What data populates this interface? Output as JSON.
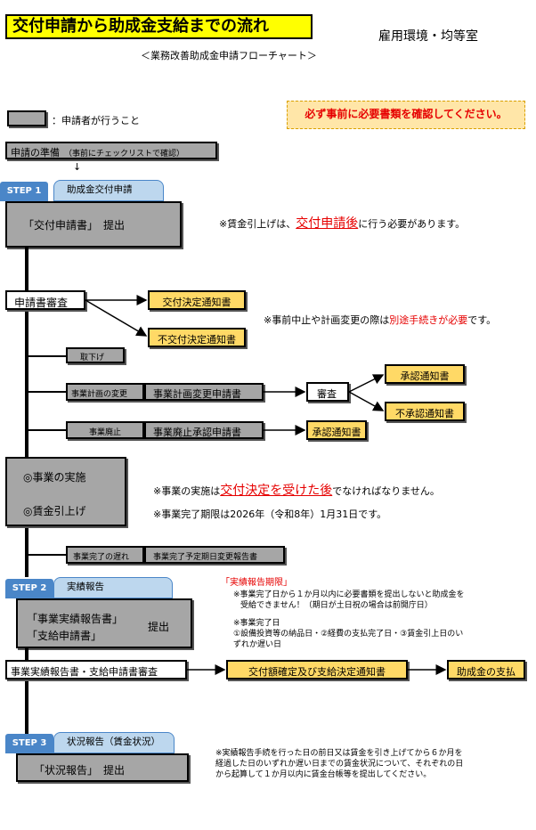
{
  "header": {
    "title": "交付申請から助成金支給までの流れ",
    "department": "雇用環境・均等室",
    "subtitle": "＜業務改善助成金申請フローチャート＞"
  },
  "notice": "必ず事前に必要書類を確認してください。",
  "legend": {
    "label": "：申請者が行うこと"
  },
  "prep": {
    "label": "申請の準備",
    "note": "（事前にチェックリストで確認）",
    "arrow": "↓"
  },
  "step1": {
    "badge": "STEP 1",
    "tab": "助成金交付申請",
    "box": "「交付申請書」　提出",
    "note_prefix": "※賃金引上げは、",
    "note_highlight": "交付申請後",
    "note_suffix": "に行う必要があります。"
  },
  "review": {
    "label": "申請書審査",
    "decision": "交付決定通知書",
    "no_decision": "不交付決定通知書",
    "note_prefix": "※事前中止や計画変更の際は",
    "note_highlight": "別途手続きが必要",
    "note_suffix": "です。"
  },
  "withdraw": "取下げ",
  "plan_change": {
    "label": "事業計画の変更",
    "form": "事業計画変更申請書",
    "exam": "審査",
    "approved": "承認通知書",
    "not_approved": "不承認通知書"
  },
  "abolish": {
    "label": "事業廃止",
    "form": "事業廃止承認申請書",
    "approved": "承認通知書"
  },
  "implementation": {
    "line1": "◎事業の実施",
    "line2": "◎賃金引上げ",
    "note1_prefix": "※事業の実施は",
    "note1_highlight": "交付決定を受けた後",
    "note1_suffix": "でなければなりません。",
    "note2": "※事業完了期限は2026年（令和8年）1月31日です。"
  },
  "delay": {
    "label": "事業完了の遅れ",
    "form": "事業完了予定期日変更報告書"
  },
  "step2": {
    "badge": "STEP 2",
    "tab": "実績報告",
    "box_line1": "「事業実績報告書」",
    "box_line2": "「支給申請書」",
    "box_right": "提出",
    "deadline_title": "「実績報告期限」",
    "deadline_note1": "※事業完了日から１か月以内に必要書類を提出しないと助成金を",
    "deadline_note2": "受給できません！（期日が土日祝の場合は前開庁日）",
    "completion_title": "※事業完了日",
    "completion_line1": "①設備投資等の納品日・②経費の支払完了日・③賃金引上日のい",
    "completion_line2": "ずれか遅い日"
  },
  "final": {
    "review": "事業実績報告書・支給申請書審査",
    "decision": "交付額確定及び支給決定通知書",
    "payment": "助成金の支払"
  },
  "step3": {
    "badge": "STEP 3",
    "tab": "状況報告（賃金状況）",
    "box": "「状況報告」　提出",
    "note1": "※実績報告手続を行った日の前日又は賃金を引き上げてから６か月を",
    "note2": "経過した日のいずれか遅い日までの賃金状況について、それぞれの日",
    "note3": "から起算して１か月以内に賃金台帳等を提出してください。"
  }
}
